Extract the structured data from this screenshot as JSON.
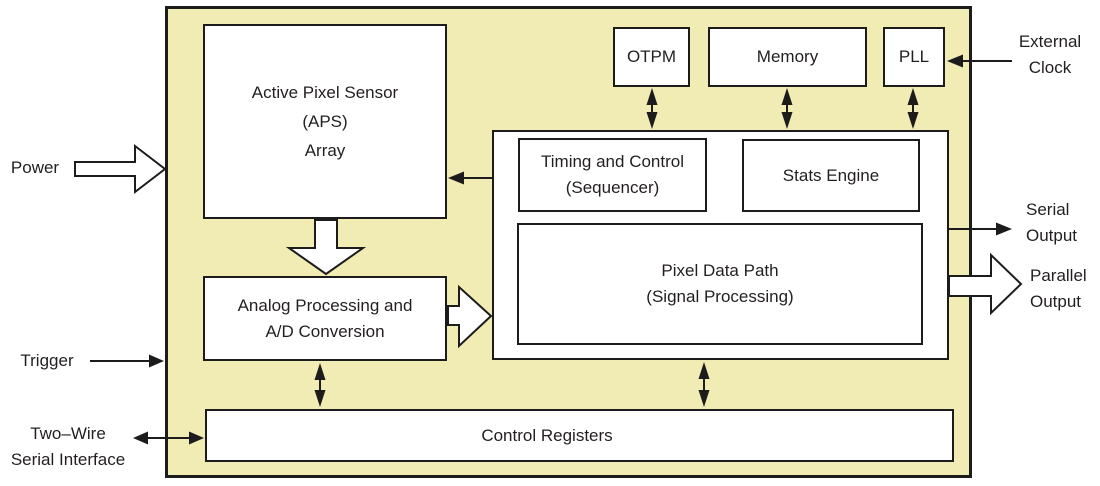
{
  "diagram": {
    "type": "block-diagram",
    "subject": "image sensor chip architecture",
    "colors": {
      "chip_fill": "#f0ecb4",
      "line": "#1c1c1c",
      "box_fill": "#ffffff",
      "text": "#231f20"
    },
    "blocks": {
      "aps": {
        "line1": "Active Pixel Sensor",
        "line2": "(APS)",
        "line3": "Array"
      },
      "otpm": {
        "label": "OTPM"
      },
      "memory": {
        "label": "Memory"
      },
      "pll": {
        "label": "PLL"
      },
      "timing": {
        "line1": "Timing and Control",
        "line2": "(Sequencer)"
      },
      "stats": {
        "label": "Stats Engine"
      },
      "pixel_data_path": {
        "line1": "Pixel Data Path",
        "line2": "(Signal Processing)"
      },
      "analog": {
        "line1": "Analog Processing and",
        "line2": "A/D Conversion"
      },
      "control_registers": {
        "label": "Control Registers"
      }
    },
    "io_labels": {
      "power": "Power",
      "trigger": "Trigger",
      "two_wire": {
        "line1": "Two–Wire",
        "line2": "Serial Interface"
      },
      "external_clock": {
        "line1": "External",
        "line2": "Clock"
      },
      "serial_output": {
        "line1": "Serial",
        "line2": "Output"
      },
      "parallel_output": {
        "line1": "Parallel",
        "line2": "Output"
      }
    }
  }
}
